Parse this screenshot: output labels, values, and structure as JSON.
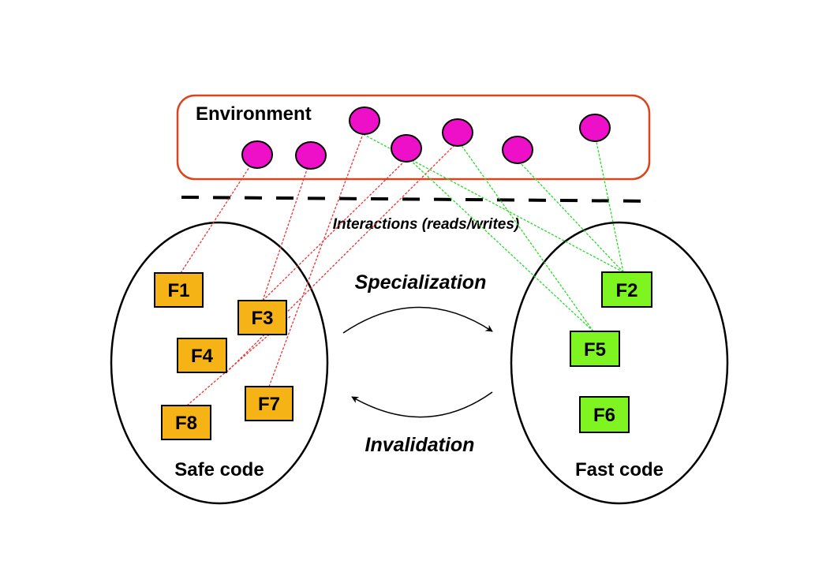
{
  "environment": {
    "label": "Environment",
    "border_color": "#d9451c",
    "node_color": "#ee10c8",
    "node_count": 7
  },
  "interactions_label": "Interactions (reads/writes)",
  "safe_code": {
    "label": "Safe code",
    "box_color": "#f5b316",
    "functions": [
      "F1",
      "F3",
      "F4",
      "F8",
      "F7"
    ]
  },
  "fast_code": {
    "label": "Fast code",
    "box_color": "#7ef520",
    "functions": [
      "F2",
      "F5",
      "F6"
    ]
  },
  "arrows": {
    "specialization": "Specialization",
    "invalidation": "Invalidation"
  },
  "link_colors": {
    "safe": "#ee3030",
    "fast": "#22dd22"
  }
}
